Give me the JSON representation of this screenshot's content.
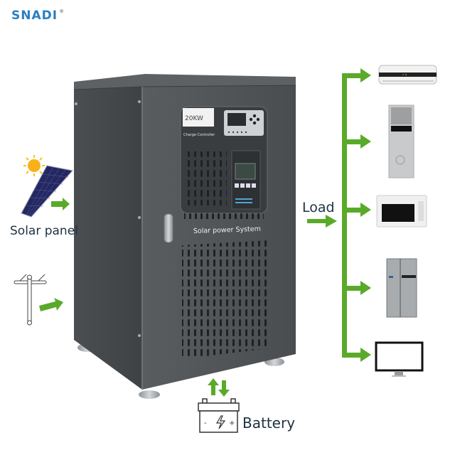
{
  "brand": {
    "name": "SNADI",
    "mark": "®"
  },
  "cabinet": {
    "panel_label": "Solar power System",
    "controller_label": "Charge Controller",
    "rating_label": "20KW"
  },
  "inputs": [
    {
      "id": "solar",
      "label": "Solar panel",
      "icon": "solar-panel-icon"
    },
    {
      "id": "grid",
      "label": "",
      "icon": "utility-pole-icon"
    }
  ],
  "load": {
    "label": "Load",
    "appliances": [
      {
        "name": "air-conditioner",
        "icon": "air-conditioner-icon"
      },
      {
        "name": "tower-air-conditioner",
        "icon": "tower-ac-icon"
      },
      {
        "name": "microwave-oven",
        "icon": "microwave-icon"
      },
      {
        "name": "refrigerator",
        "icon": "refrigerator-icon"
      },
      {
        "name": "monitor",
        "icon": "monitor-icon"
      }
    ]
  },
  "battery": {
    "label": "Battery",
    "icon": "battery-icon",
    "symbols": [
      "-",
      "+"
    ]
  },
  "colors": {
    "arrow": "#5aaa2a",
    "cabinet": "#55585b",
    "text": "#1c3340",
    "brand": "#2a7fc1",
    "brand_accent": "#f08a1c"
  }
}
